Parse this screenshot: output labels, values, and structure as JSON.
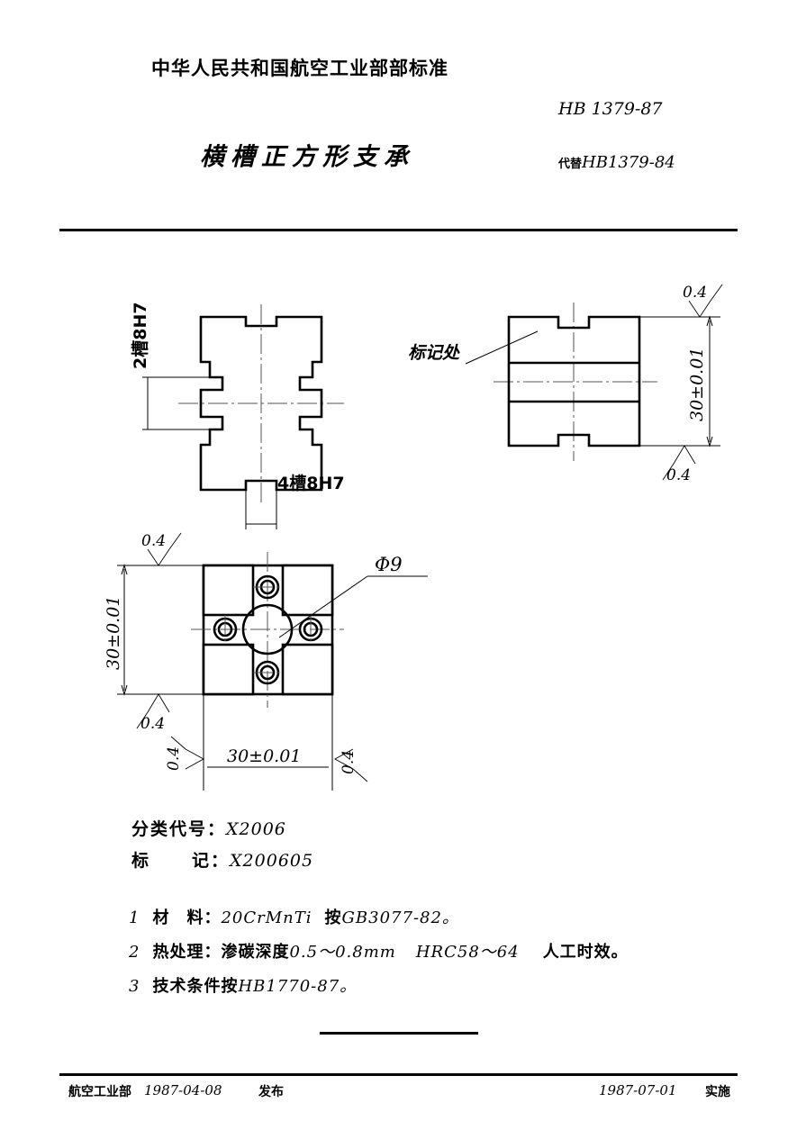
{
  "header": {
    "organization": "中华人民共和国航空工业部部标准",
    "title": "横槽正方形支承",
    "standard_code": "HB 1379-87",
    "replaces_prefix": "代替",
    "replaces_code": "HB1379-84"
  },
  "views": {
    "front": {
      "label_top": "2槽8H7",
      "label_bottom": "4槽8H7"
    },
    "side": {
      "mark_label": "标记处",
      "height_dim": "30±0.01",
      "finish_top": "0.4",
      "finish_bottom": "0.4"
    },
    "plan": {
      "hole_label": "Φ9",
      "height_dim": "30±0.01",
      "width_dim": "30±0.01",
      "finish_top_left": "0.4",
      "finish_bottom_left": "0.4",
      "finish_bottom_left2": "0.4",
      "finish_bottom_right": "0.4"
    }
  },
  "classification": {
    "class_label": "分类代号：",
    "class_value": "X2006",
    "mark_label_a": "标",
    "mark_label_b": "记：",
    "mark_value": "X200605"
  },
  "notes": [
    {
      "num": "1",
      "label": "材　料：",
      "text": "20CrMnTi",
      "suffix_zh": "按",
      "suffix": "GB3077-82。"
    },
    {
      "num": "2",
      "label": "热处理：",
      "text_zh": "渗碳深度",
      "text": "0.5～0.8mm",
      "hardness": "HRC58～64",
      "aging": "人工时效。"
    },
    {
      "num": "3",
      "label": "技术条件按",
      "text": "HB1770-87。"
    }
  ],
  "footer": {
    "organization": "航空工业部",
    "publish_date": "1987-04-08",
    "publish_label": "发布",
    "implement_date": "1987-07-01",
    "implement_label": "实施"
  }
}
